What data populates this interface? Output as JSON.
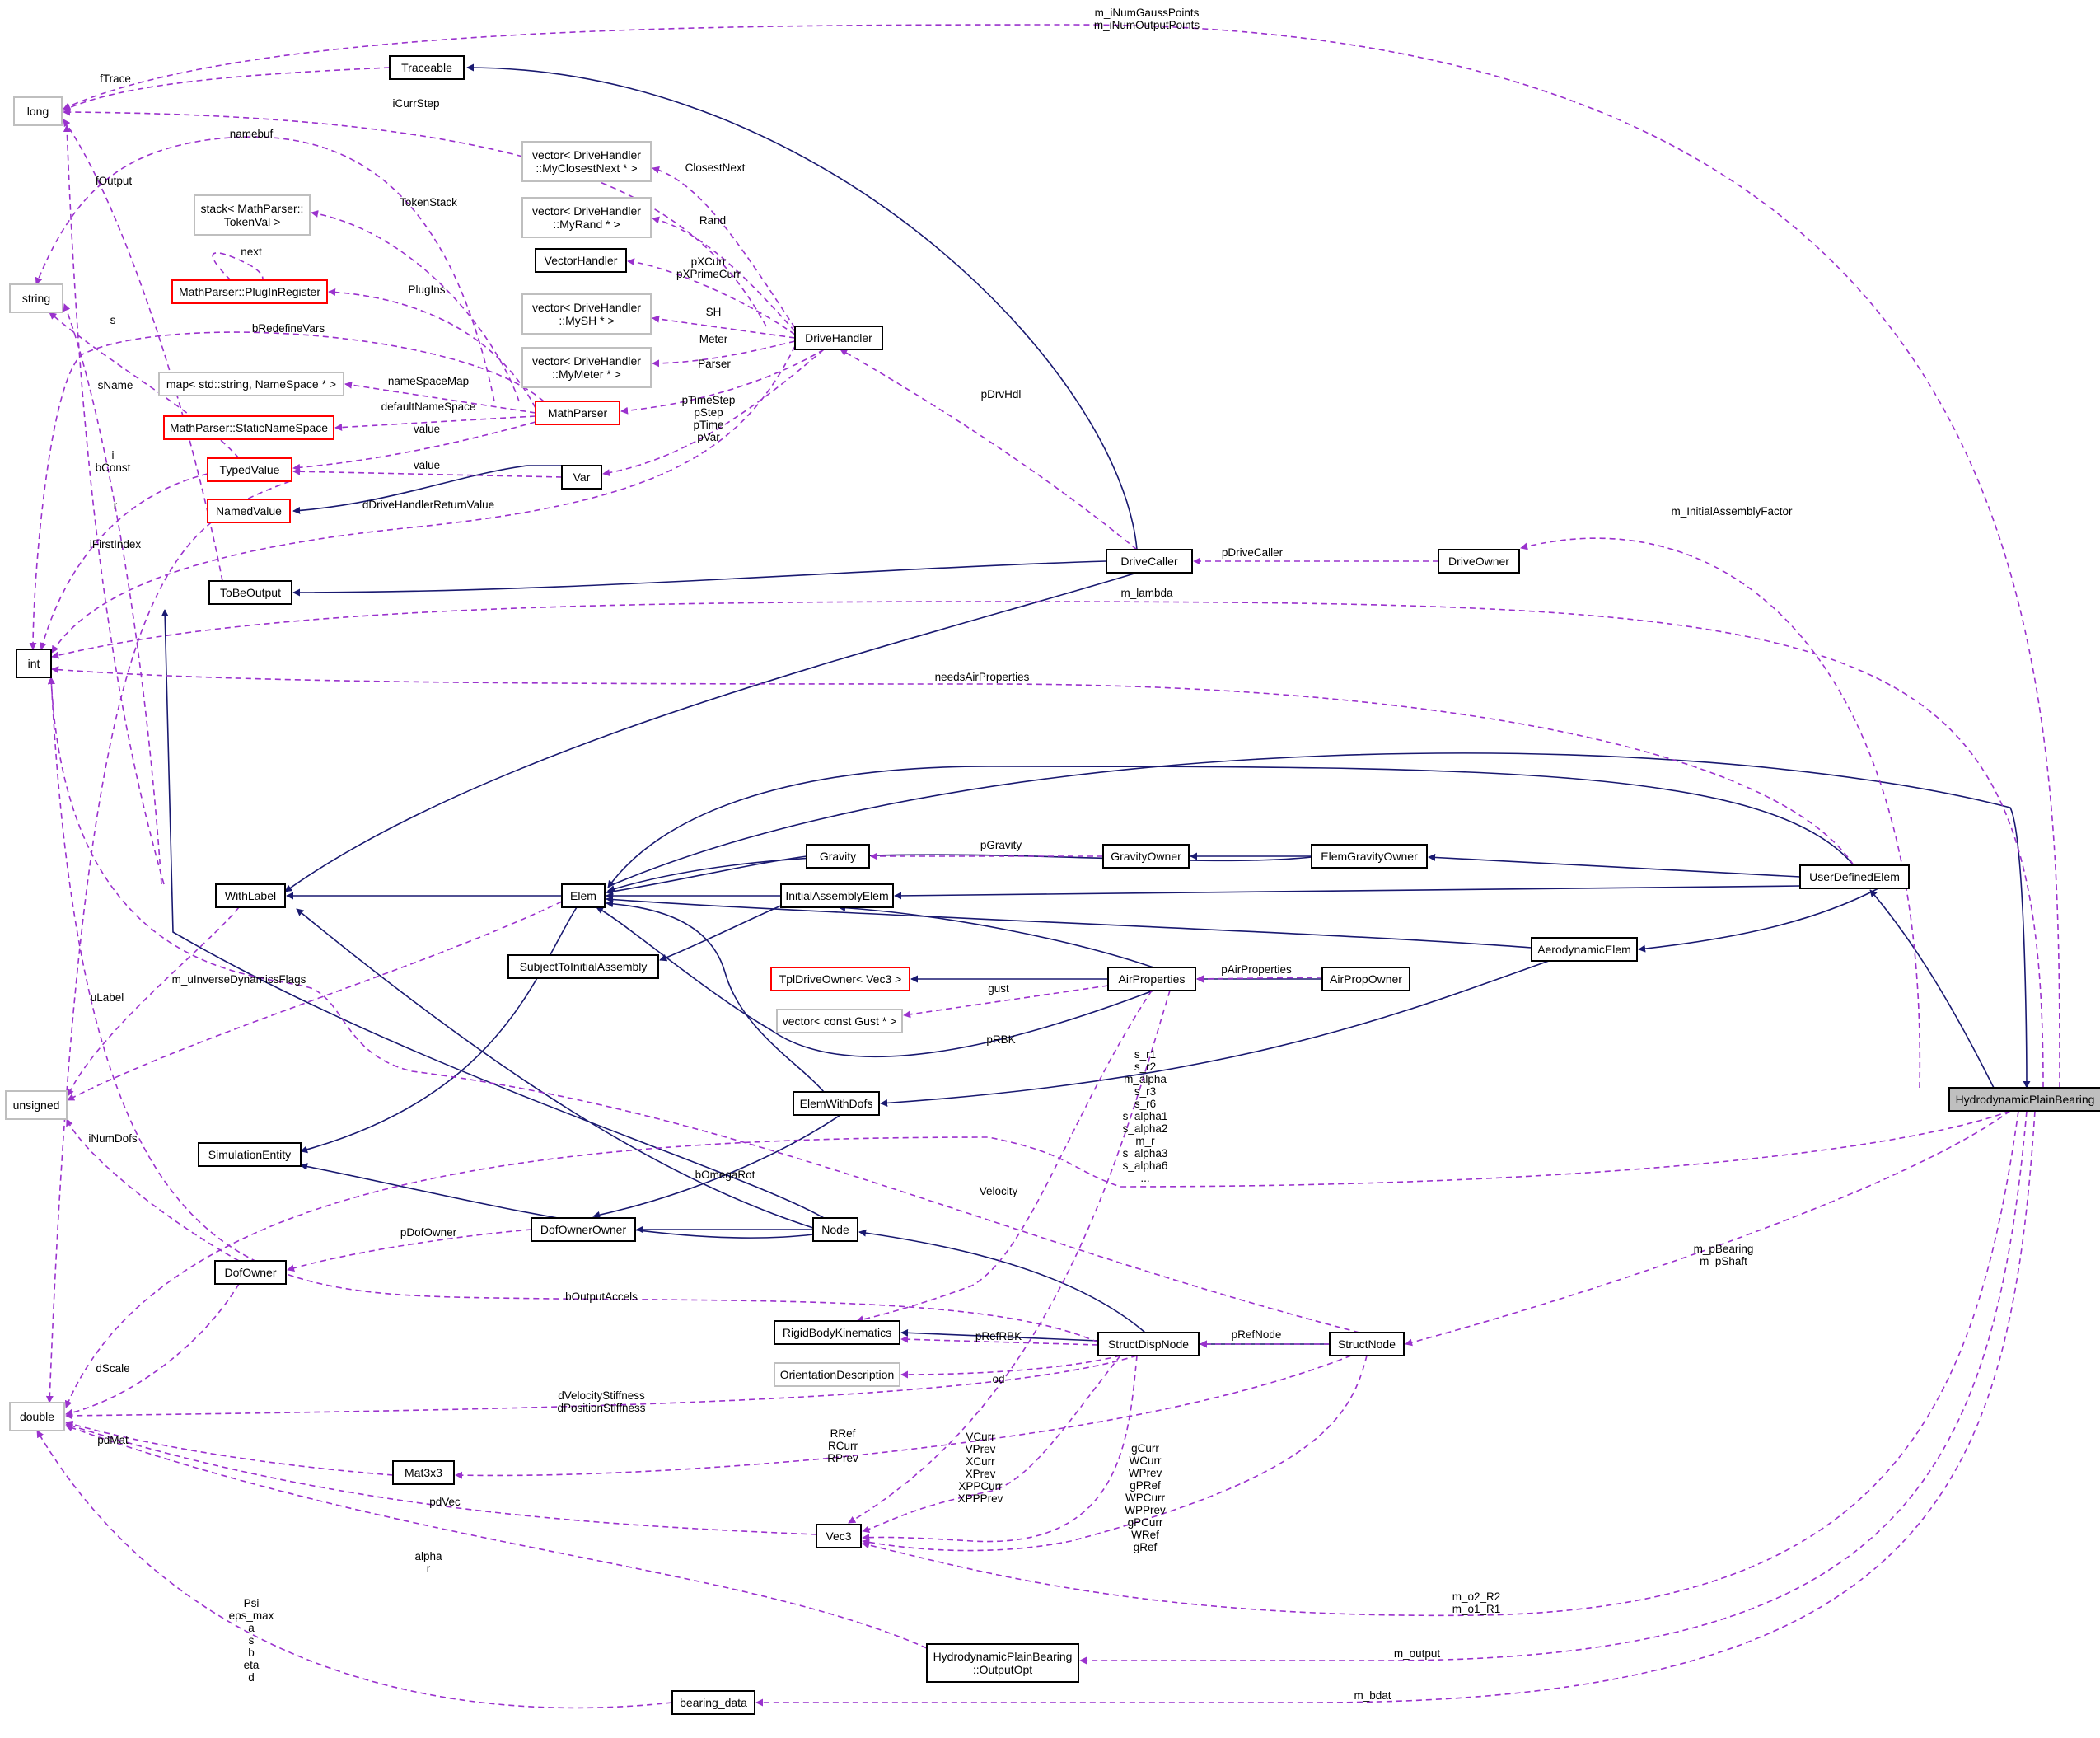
{
  "colors": {
    "inherit": "#191970",
    "usage": "#9a32cd",
    "box_normal": "#000000",
    "box_external": "#bfbfbf",
    "box_truncated": "#ff0000",
    "focus_fill": "#bfbfbf"
  },
  "nodes": {
    "long": "long",
    "string": "string",
    "int": "int",
    "unsigned": "unsigned",
    "double": "double",
    "traceable": "Traceable",
    "vec_closest": [
      "vector< DriveHandler",
      "::MyClosestNext * >"
    ],
    "stack_token": [
      "stack< MathParser::",
      "TokenVal >"
    ],
    "vec_rand": [
      "vector< DriveHandler",
      "::MyRand * >"
    ],
    "plugin_register": "MathParser::PlugInRegister",
    "vector_handler": "VectorHandler",
    "vec_sh": [
      "vector< DriveHandler",
      "::MySH * >"
    ],
    "drive_handler": "DriveHandler",
    "vec_meter": [
      "vector< DriveHandler",
      "::MyMeter * >"
    ],
    "map_ns": "map< std::string, NameSpace * >",
    "math_parser": "MathParser",
    "static_ns": "MathParser::StaticNameSpace",
    "typed_value": "TypedValue",
    "var": "Var",
    "named_value": "NamedValue",
    "drive_caller": "DriveCaller",
    "drive_owner": "DriveOwner",
    "to_be_output": "ToBeOutput",
    "gravity": "Gravity",
    "gravity_owner": "GravityOwner",
    "elem_gravity_owner": "ElemGravityOwner",
    "user_defined_elem": "UserDefinedElem",
    "with_label": "WithLabel",
    "elem": "Elem",
    "initial_assembly_elem": "InitialAssemblyElem",
    "subject_initial_assembly": "SubjectToInitialAssembly",
    "aerodynamic_elem": "AerodynamicElem",
    "tpl_drive_owner": "TplDriveOwner< Vec3 >",
    "air_properties": "AirProperties",
    "air_prop_owner": "AirPropOwner",
    "vec_gust": "vector< const Gust * >",
    "elem_with_dofs": "ElemWithDofs",
    "hpb": "HydrodynamicPlainBearing",
    "simulation_entity": "SimulationEntity",
    "dof_owner_owner": "DofOwnerOwner",
    "node": "Node",
    "dof_owner": "DofOwner",
    "rigid_body_kinematics": "RigidBodyKinematics",
    "struct_disp_node": "StructDispNode",
    "struct_node": "StructNode",
    "orientation_description": "OrientationDescription",
    "mat3x3": "Mat3x3",
    "vec3": "Vec3",
    "hpb_output_opt": [
      "HydrodynamicPlainBearing",
      "::OutputOpt"
    ],
    "bearing_data": "bearing_data"
  },
  "edge_labels": {
    "m_iNumGauss": [
      "m_iNumGaussPoints",
      "m_iNumOutputPoints"
    ],
    "fTrace": "fTrace",
    "iCurrStep": "iCurrStep",
    "namebuf": "namebuf",
    "ClosestNext": "ClosestNext",
    "fOutput": "fOutput",
    "TokenStack": "TokenStack",
    "Rand": "Rand",
    "next": "next",
    "pXCurr": [
      "pXCurr",
      "pXPrimeCurr"
    ],
    "PlugIns": "PlugIns",
    "s": "s",
    "bRedefineVars": "bRedefineVars",
    "SH": "SH",
    "Meter": "Meter",
    "Parser": "Parser",
    "sName": "sName",
    "nameSpaceMap": "nameSpaceMap",
    "pTimeStep": [
      "pTimeStep",
      "pStep",
      "pTime",
      "pVar"
    ],
    "pDrvHdl": "pDrvHdl",
    "defaultNameSpace": "defaultNameSpace",
    "value1": "value",
    "i_bConst": [
      "i",
      "bConst"
    ],
    "value2": "value",
    "m_InitialAssemblyFactor": "m_InitialAssemblyFactor",
    "r1": "r",
    "dDriveHandlerReturnValue": "dDriveHandlerReturnValue",
    "iFirstIndex": "iFirstIndex",
    "pDriveCaller": "pDriveCaller",
    "m_lambda": "m_lambda",
    "needsAirProperties": "needsAirProperties",
    "pGravity": "pGravity",
    "pAirProperties": "pAirProperties",
    "m_uInverseDynamicsFlags": "m_uInverseDynamicsFlags",
    "gust": "gust",
    "uLabel": "uLabel",
    "pRBK": "pRBK",
    "s_r1": [
      "s_r1",
      "s_r2",
      "m_alpha",
      "s_r3",
      "s_r6",
      "s_alpha1",
      "s_alpha2",
      "m_r",
      "s_alpha3",
      "s_alpha6",
      "..."
    ],
    "iNumDofs": "iNumDofs",
    "bOmegaRot": "bOmegaRot",
    "Velocity": "Velocity",
    "pDofOwner": "pDofOwner",
    "m_pBearing": [
      "m_pBearing",
      "m_pShaft"
    ],
    "bOutputAccels": "bOutputAccels",
    "pRefRBK": "pRefRBK",
    "pRefNode": "pRefNode",
    "dScale": "dScale",
    "od": "od",
    "dVelocityStiffness": [
      "dVelocityStiffness",
      "dPositionStiffness"
    ],
    "RRef": [
      "RRef",
      "RCurr",
      "RPrev"
    ],
    "VCurr": [
      "VCurr",
      "VPrev",
      "XCurr",
      "XPrev",
      "XPPCurr",
      "XPPPrev"
    ],
    "pdMat": "pdMat",
    "gCurr": [
      "gCurr",
      "WCurr",
      "WPrev",
      "gPRef",
      "WPCurr",
      "WPPrev",
      "gPCurr",
      "WRef",
      "gRef"
    ],
    "pdVec": "pdVec",
    "alpha_r": [
      "alpha",
      "r"
    ],
    "m_o2_R2": [
      "m_o2_R2",
      "m_o1_R1"
    ],
    "Psi": [
      "Psi",
      "eps_max",
      "a",
      "s",
      "b",
      "eta",
      "d"
    ],
    "m_output": "m_output",
    "m_bdat": "m_bdat"
  }
}
